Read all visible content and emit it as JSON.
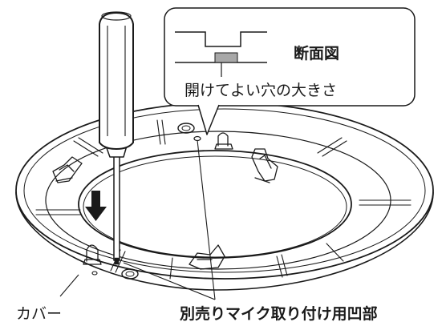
{
  "callout": {
    "section_label": "断面図",
    "hole_size_label": "開けてよい穴の大きさ"
  },
  "labels": {
    "cover": "カバー",
    "mic_recess": "別売りマイク取り付け用凹部"
  },
  "colors": {
    "line": "#1a1a1a",
    "hole_fill": "#a8a8a8",
    "arrow": "#1a1a1a",
    "background": "#ffffff"
  },
  "icons": [
    "screwdriver",
    "down-arrow"
  ]
}
